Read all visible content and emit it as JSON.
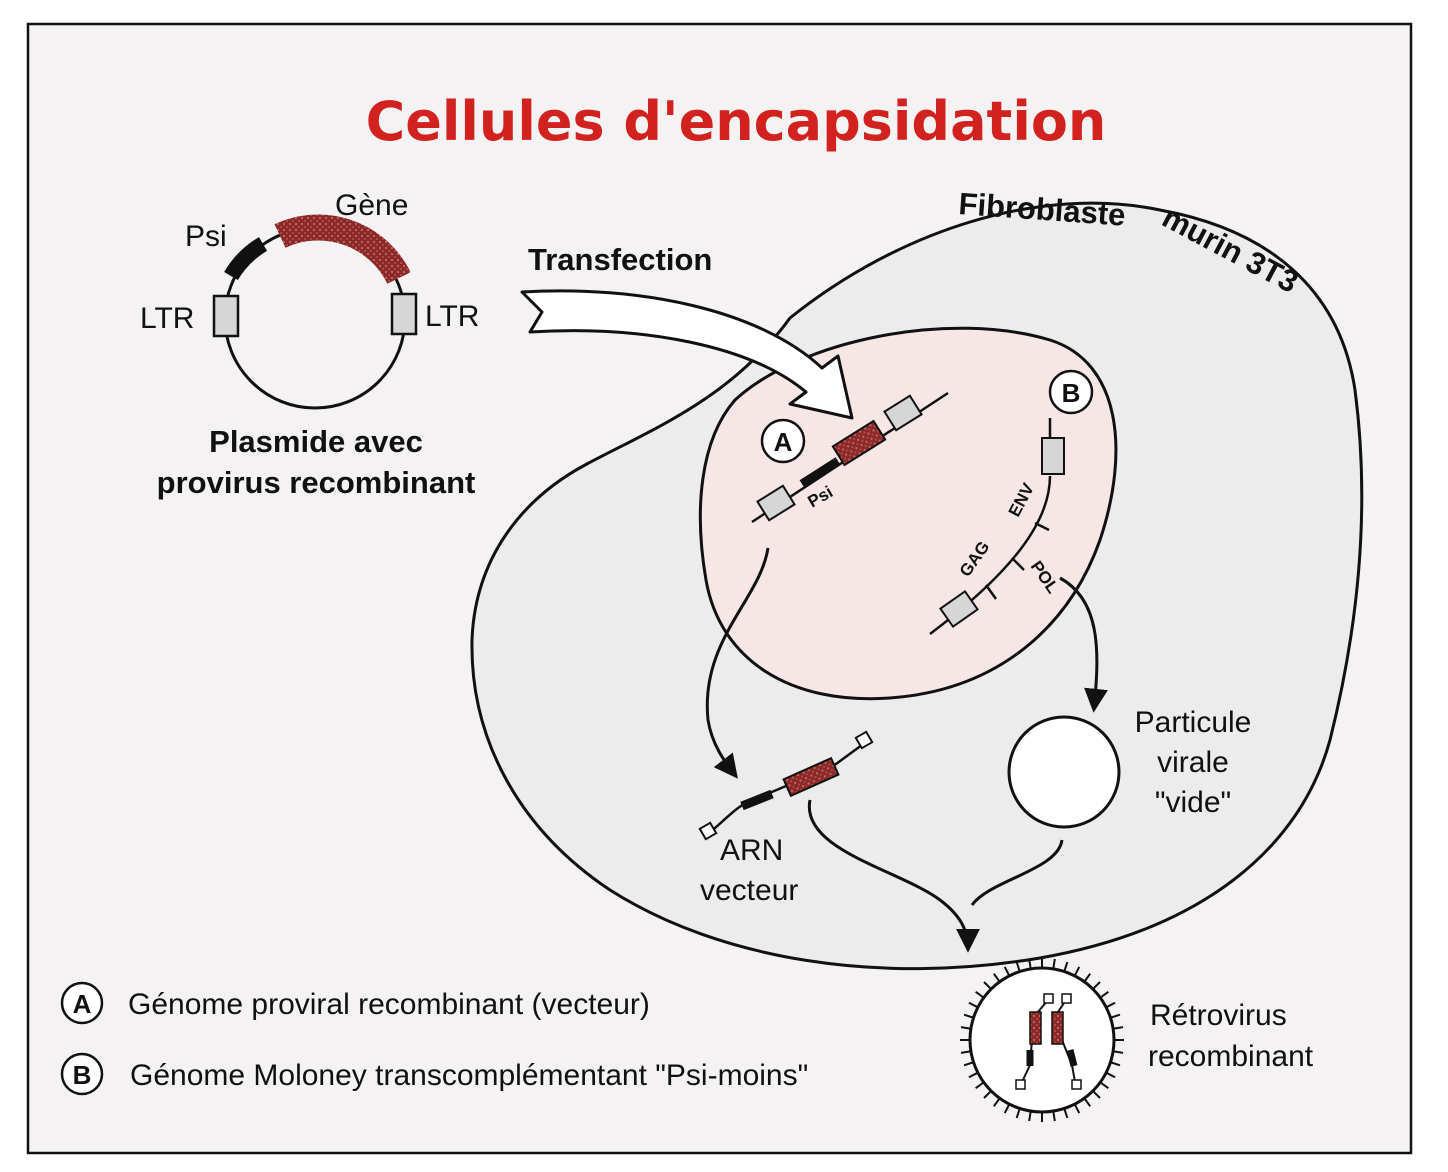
{
  "title": "Cellules d'encapsidation",
  "plasmid": {
    "labels": {
      "psi": "Psi",
      "gene": "Gène",
      "ltr_left": "LTR",
      "ltr_right": "LTR"
    },
    "caption_line1": "Plasmide avec",
    "caption_line2": "provirus recombinant"
  },
  "transfection_label": "Transfection",
  "cell": {
    "label_part1": "Fibroblaste",
    "label_part2": "murin 3T3",
    "marker_a": "A",
    "marker_b": "B",
    "psi_label": "Psi",
    "gag_label": "GAG",
    "env_label": "ENV",
    "pol_label": "POL",
    "empty_particle_line1": "Particule",
    "empty_particle_line2": "virale",
    "empty_particle_line3": "\"vide\"",
    "rna_line1": "ARN",
    "rna_line2": "vecteur"
  },
  "retrovirus": {
    "line1": "Rétrovirus",
    "line2": "recombinant"
  },
  "legend": [
    {
      "marker": "A",
      "text": "Génome proviral recombinant (vecteur)"
    },
    {
      "marker": "B",
      "text": "Génome Moloney transcomplémentant \"Psi-moins\""
    }
  ],
  "colors": {
    "title": "#d2221f",
    "gene": "#8a2a28",
    "cell_fill": "#ededed",
    "nucleus_fill": "#f6e9e9",
    "ltr_box": "#d6d6d6"
  }
}
